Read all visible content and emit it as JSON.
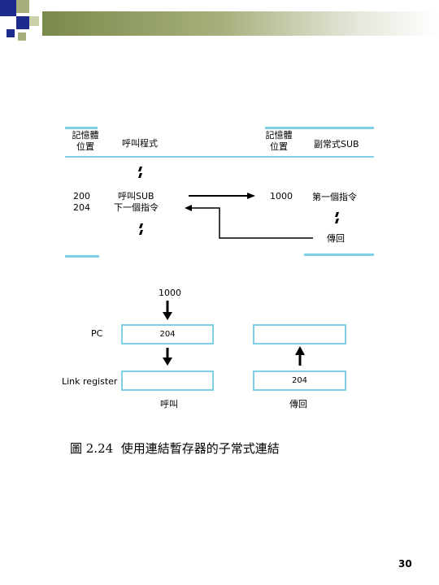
{
  "table": {
    "caller_addr_header": [
      "記憶體",
      "位置"
    ],
    "caller_header": "呼叫程式",
    "callee_addr_header": [
      "記憶體",
      "位置"
    ],
    "callee_header": "副常式SUB",
    "addr_200": "200",
    "addr_204": "204",
    "call_instr": "呼叫SUB",
    "next_instr": "下一個指令",
    "addr_1000": "1000",
    "first_instr": "第一個指令",
    "return_instr": "傳回"
  },
  "registers": {
    "input_value": "1000",
    "pc_label": "PC",
    "pc_value": "204",
    "link_label": "Link register",
    "link_value": "204",
    "call_label": "呼叫",
    "return_label": "傳回"
  },
  "caption": "圖 2.24  使用連結暫存器的子常式連結",
  "page_number": "30",
  "colors": {
    "frame_cyan": "#7fd0e6",
    "deco_olive": "#7a8a4a",
    "deco_navy": "#1c2a8c"
  }
}
